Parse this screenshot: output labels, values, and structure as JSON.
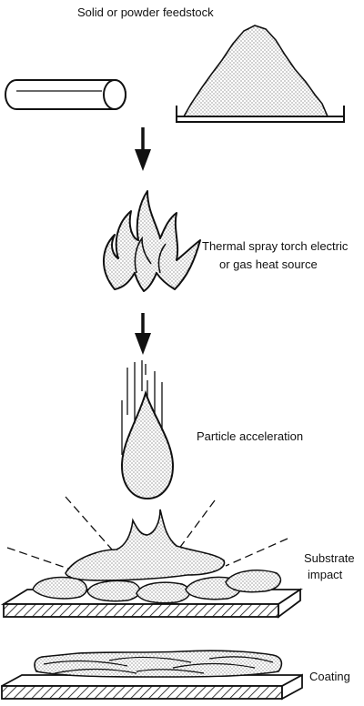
{
  "labels": {
    "feedstock": "Solid or powder feedstock",
    "torch_line1": "Thermal spray torch electric",
    "torch_line2": "or gas heat source",
    "acceleration": "Particle acceleration",
    "impact_line1": "Substrate",
    "impact_line2": "impact",
    "coating": "Coating"
  },
  "colors": {
    "ink": "#111111",
    "paper": "#ffffff"
  }
}
